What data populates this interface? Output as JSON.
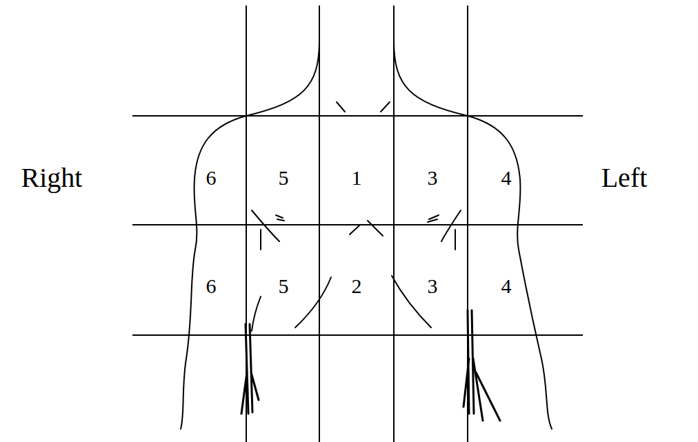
{
  "diagram": {
    "labels": [
      "Right",
      "6",
      "5",
      "1",
      "3",
      "4",
      "6",
      "5",
      "2",
      "3",
      "4",
      "Left"
    ]
  }
}
